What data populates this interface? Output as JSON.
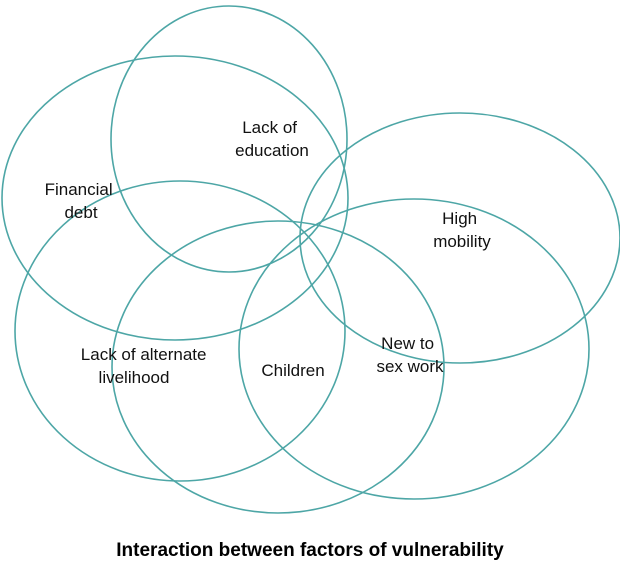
{
  "diagram": {
    "title": "Interaction between factors of vulnerability",
    "stroke_color": "#4da6a6",
    "factors": [
      {
        "id": "lack-of-education",
        "lines": [
          "Lack of",
          "education"
        ]
      },
      {
        "id": "financial-debt",
        "lines": [
          "Financial",
          "debt"
        ]
      },
      {
        "id": "high-mobility",
        "lines": [
          "High",
          "mobility"
        ]
      },
      {
        "id": "lack-of-alternate-livelihood",
        "lines": [
          "Lack of alternate",
          "livelihood"
        ]
      },
      {
        "id": "children",
        "lines": [
          "Children"
        ]
      },
      {
        "id": "new-to-sex-work",
        "lines": [
          "New to",
          "sex work"
        ]
      }
    ]
  }
}
